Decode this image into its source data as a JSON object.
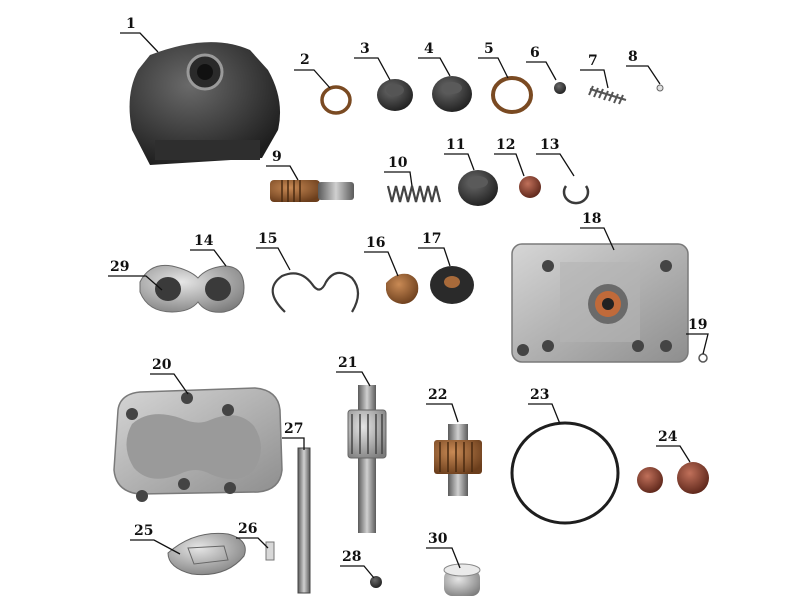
{
  "diagram": {
    "labels": [
      "1",
      "2",
      "3",
      "4",
      "5",
      "6",
      "7",
      "8",
      "9",
      "10",
      "11",
      "12",
      "13",
      "14",
      "15",
      "16",
      "17",
      "18",
      "19",
      "20",
      "21",
      "22",
      "23",
      "24",
      "25",
      "26",
      "27",
      "28",
      "29",
      "30"
    ]
  },
  "colors": {
    "metal_dark": "#3a3a3a",
    "metal_mid": "#8a8a8a",
    "metal_light": "#c8c8c8",
    "rubber": "#2b2b2b",
    "brown": "#8a5a2a",
    "leader": "#111111"
  }
}
